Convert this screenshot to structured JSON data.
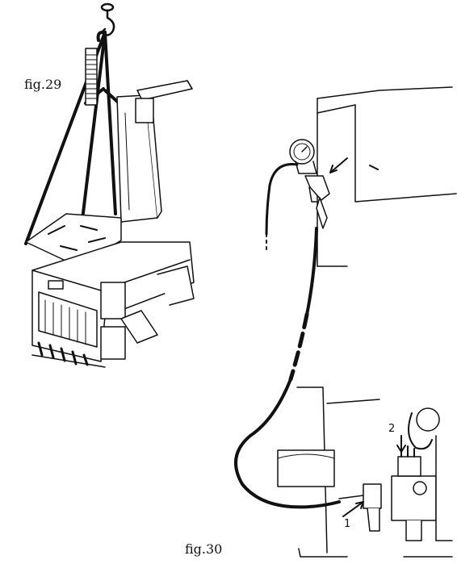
{
  "figures": {
    "fig29": {
      "label": "fig.29"
    },
    "fig30": {
      "label": "fig.30",
      "callouts": [
        "1",
        "2"
      ]
    }
  },
  "colors": {
    "ink": "#111111",
    "paper": "#ffffff"
  }
}
